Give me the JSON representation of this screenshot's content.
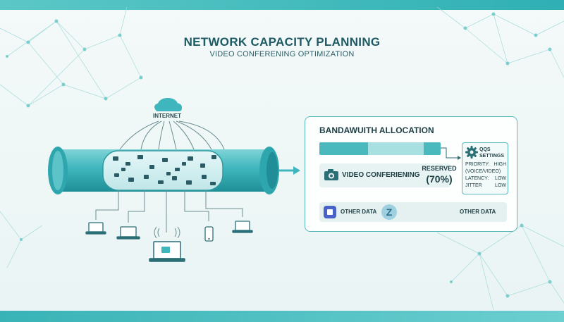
{
  "header": {
    "title": "NETWORK CAPACITY PLANNING",
    "subtitle": "VIDEO CONFERENING OPTIMIZATION"
  },
  "diagram": {
    "internet_label": "INTERNET",
    "cloud_icon": "cloud-icon",
    "pipe_color": "#3fb6bd",
    "devices": [
      "laptop-icon",
      "laptop-icon",
      "monitor-icon",
      "phone-icon",
      "laptop-icon"
    ]
  },
  "bandwidth": {
    "title": "BANDAWUITH ALLOCATION",
    "bar_segments": [
      {
        "share": 0.4,
        "color": "#4ab9bd"
      },
      {
        "share": 0.46,
        "color": "#a8dfe0"
      },
      {
        "share": 0.14,
        "color": "#4ab9bd"
      }
    ],
    "video": {
      "icon": "camera-icon",
      "label": "VIDEO CONFERIENING",
      "reserved_label": "RESERVED",
      "reserved_value": "(70%)"
    },
    "qos": {
      "icon": "gear-icon",
      "title_line1": "QQS",
      "title_line2": "SETTINGS",
      "priority_label": "PRIORITY:",
      "priority_value": "HIGH",
      "voice_video": "(VOICE/VIDEO)",
      "latency_label": "LATENCY:",
      "latency_value": "LOW",
      "jitter_label": "JITTER",
      "jitter_value": "LOW"
    },
    "other": {
      "left_icon": "teams-icon",
      "left_label": "OTHER DATA",
      "zoom_icon": "zoom-icon",
      "zoom_glyph": "Z",
      "right_label": "OTHER DATA"
    }
  },
  "colors": {
    "accent": "#3fb6bd",
    "dark_text": "#1d5a63",
    "panel_border": "#58b8bb"
  }
}
